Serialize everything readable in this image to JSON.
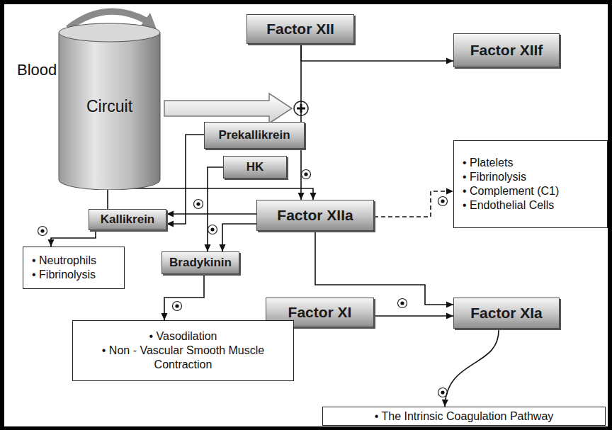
{
  "diagram": {
    "nodes": [
      {
        "text": [
          "Circuit"
        ]
      },
      {
        "text": [
          "Factor XII"
        ]
      },
      {
        "text": [
          "Factor XIIf"
        ]
      },
      {
        "text": [
          "Prekallikrein"
        ]
      },
      {
        "text": [
          "HK"
        ]
      },
      {
        "text": [
          "Factor XIIa"
        ]
      },
      {
        "text": [
          "• Platelets",
          "• Fibrinolysis",
          "• Complement (C1)",
          "• Endothelial Cells"
        ]
      },
      {
        "text": [
          "Kallikrein"
        ]
      },
      {
        "text": [
          "• Neutrophils",
          "• Fibrinolysis"
        ]
      },
      {
        "text": [
          "Bradykinin"
        ]
      },
      {
        "text": [
          "Factor XI"
        ]
      },
      {
        "text": [
          "Factor XIa"
        ]
      },
      {
        "text": [
          "• Vasodilation",
          "• Non - Vascular Smooth Muscle Contraction"
        ]
      },
      {
        "text": [
          "• The Intrinsic Coagulation Pathway"
        ]
      }
    ],
    "edges": [
      {
        "from": 1,
        "to": 5,
        "arrow": "to"
      },
      {
        "from": 1,
        "to": 2,
        "arrow": "to"
      },
      {
        "from": 3,
        "to": 7,
        "arrow": "to"
      },
      {
        "from": 4,
        "to": 9,
        "arrow": "to"
      },
      {
        "from": 7,
        "to": 5,
        "arrow": "to"
      },
      {
        "from": 5,
        "to": 7,
        "arrow": "to"
      },
      {
        "from": 5,
        "to": 9,
        "arrow": "to"
      },
      {
        "from": 5,
        "to": 6,
        "arrow": "to"
      },
      {
        "from": 7,
        "to": 8,
        "arrow": "to"
      },
      {
        "from": 9,
        "to": 12,
        "arrow": "to"
      },
      {
        "from": 5,
        "to": 11,
        "arrow": "to"
      },
      {
        "from": 10,
        "to": 11,
        "arrow": "to"
      },
      {
        "from": 11,
        "to": 13,
        "arrow": "to"
      }
    ],
    "labels": [
      "Blood"
    ]
  }
}
